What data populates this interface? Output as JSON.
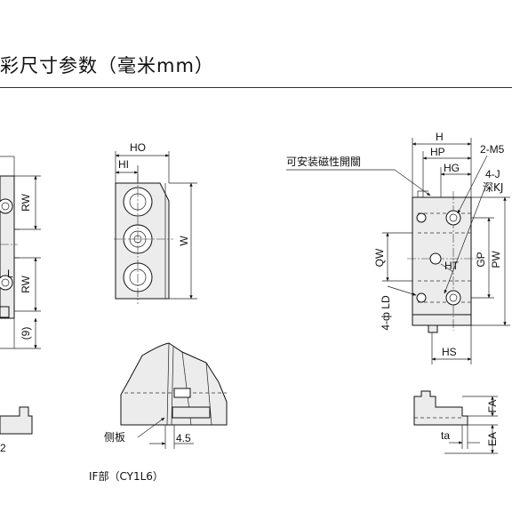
{
  "header": {
    "title": "彩尺寸参数（毫米mm）"
  },
  "left_view": {
    "rw_top": "RW",
    "rw_bottom": "RW",
    "l_mark": "L",
    "nine": "(9)",
    "two": "2"
  },
  "front_view": {
    "ho": "HO",
    "hi": "HI",
    "w": "W"
  },
  "detail_view": {
    "side_plate": "侧板",
    "dim_45": "4.5",
    "caption": "IF部（CY1L6）"
  },
  "right_view": {
    "h": "H",
    "hp": "HP",
    "hg": "HG",
    "m5": "2-M5",
    "j": "4-J",
    "kj": "深KJ",
    "magnet_label": "可安装磁性開關",
    "qw": "QW",
    "ld": "4-ф LD",
    "ht": "HT",
    "gp": "GP",
    "pw": "PW",
    "hs": "HS"
  },
  "small_view": {
    "fa": "FA",
    "ea": "EA",
    "ta": "ta"
  },
  "colors": {
    "line": "#111111",
    "fill": "#ececec",
    "background": "#ffffff"
  }
}
